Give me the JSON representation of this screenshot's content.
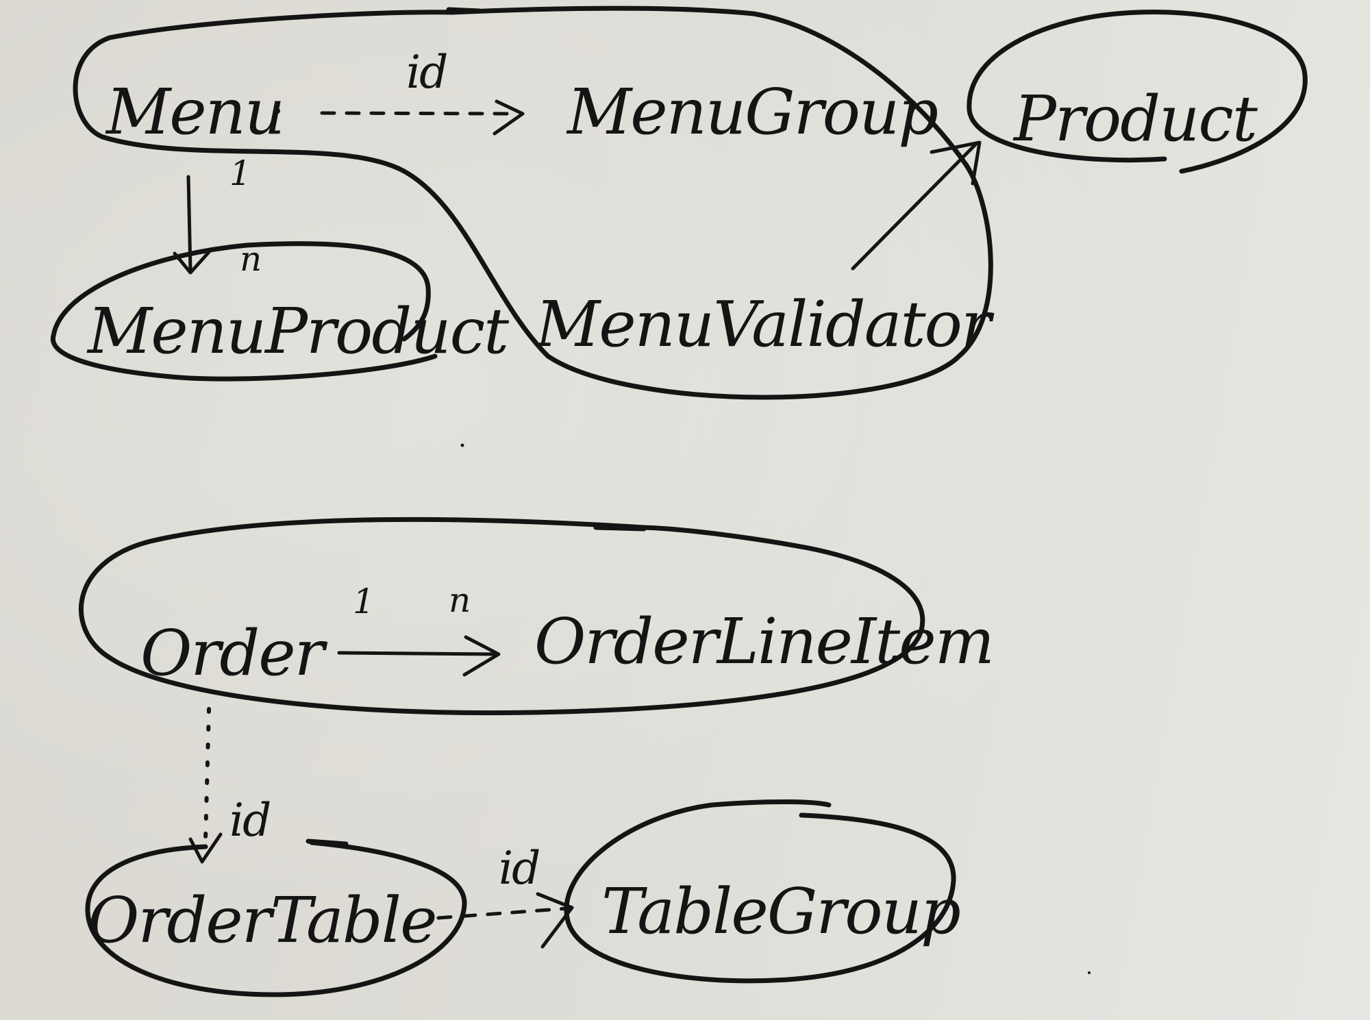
{
  "diagram": {
    "nodes": {
      "menu": "Menu",
      "menu_group": "MenuGroup",
      "product": "Product",
      "menu_product": "MenuProduct",
      "menu_validator": "MenuValidator",
      "order": "Order",
      "order_line_item": "OrderLineItem",
      "order_table": "OrderTable",
      "table_group": "TableGroup"
    },
    "edges": {
      "menu_to_menu_group": "id",
      "menu_to_menu_product_from": "1",
      "menu_to_menu_product_to": "n",
      "order_to_line_item_from": "1",
      "order_to_line_item_to": "n",
      "order_to_order_table": "id",
      "order_table_to_table_group": "id"
    }
  }
}
